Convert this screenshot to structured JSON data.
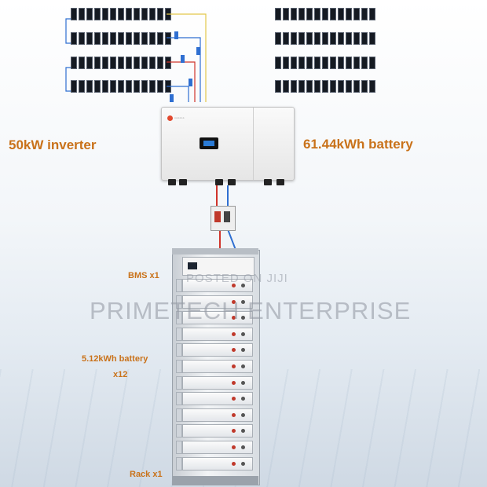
{
  "labels": {
    "inverter": "50kW inverter",
    "battery_total": "61.44kWh battery",
    "bms": "BMS x1",
    "module_line1": "5.12kWh battery",
    "module_line2": "x12",
    "rack": "Rack x1"
  },
  "watermark": {
    "line1": "POSTED ON JIJI",
    "line2": "PRIMETECH ENTERPRISE"
  },
  "colors": {
    "label": "#c9721a",
    "panel": "#151a22",
    "wire_red": "#d0342c",
    "wire_blue": "#2f6fd1",
    "wire_yellow": "#e3c84a"
  },
  "battery_module_count": 12,
  "solar_string_count": 8
}
